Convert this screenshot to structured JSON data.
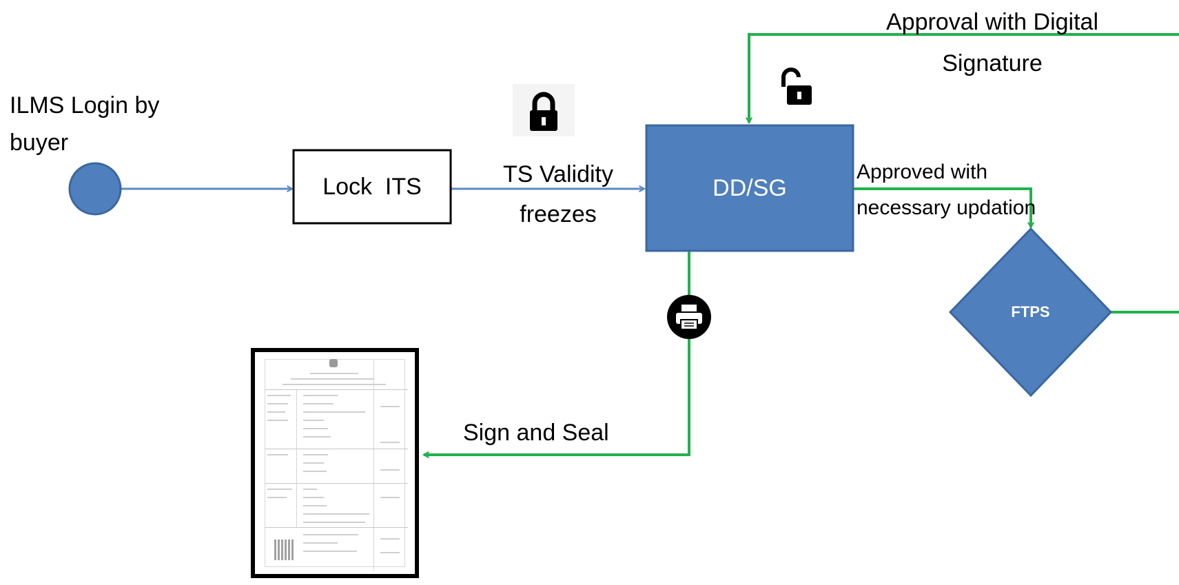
{
  "nodes": {
    "start_label": "ILMS Login by\nbuyer",
    "lock_its": "Lock  ITS",
    "dd_sg": "DD/SG",
    "ftps": "FTPS"
  },
  "edges": {
    "ts_validity": "TS Validity\nfreezes",
    "approved_with": "Approved with\nnecessary updation",
    "approval_digital": "Approval with Digital\nSignature",
    "sign_and_seal": "Sign and Seal"
  },
  "icons": {
    "locked": "lock-icon",
    "unlocked": "unlock-icon",
    "printer": "printer-icon",
    "document": "document-thumbnail"
  },
  "colors": {
    "blue_fill": "#4f7fbc",
    "blue_stroke": "#3a679f",
    "blue_connector": "#5b8ac6",
    "green_connector": "#23b14d",
    "black": "#000000"
  }
}
